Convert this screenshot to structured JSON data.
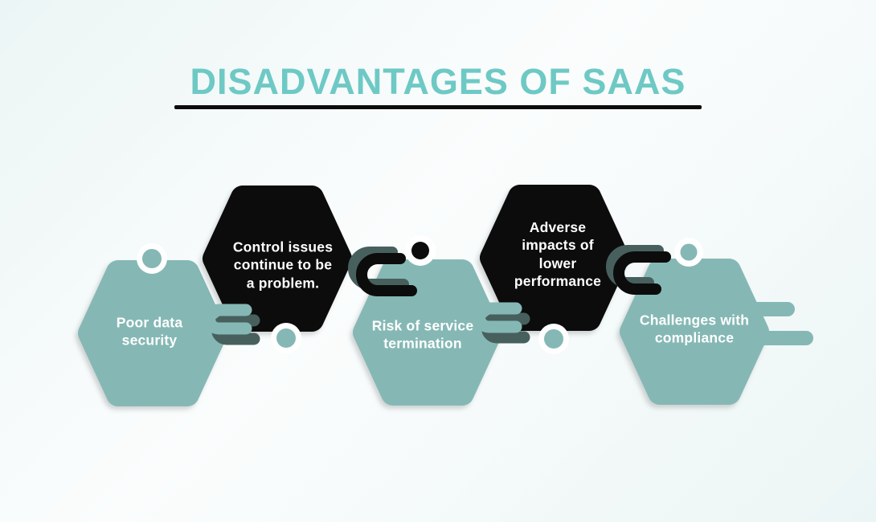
{
  "title": {
    "text": "DISADVANTAGES OF SAAS"
  },
  "colors": {
    "teal": "#85b8b5",
    "shape_black": "#0c0c0c",
    "slate": "#47605e",
    "title_teal": "#6ec9c5",
    "underline_black": "#0c0c0c",
    "label_text": "#ffffff",
    "node_ring": "#ffffff",
    "bg_light": "#ecf5f5",
    "bg_lighter": "#fbfdfd"
  },
  "hexagons": [
    {
      "order": 1,
      "color_key": "teal",
      "label": "Poor data\nsecurity"
    },
    {
      "order": 2,
      "color_key": "black",
      "label": "Control issues\ncontinue to be\na problem."
    },
    {
      "order": 3,
      "color_key": "teal",
      "label": "Risk of service\ntermination"
    },
    {
      "order": 4,
      "color_key": "black",
      "label": "Adverse\nimpacts of\nlower\nperformance"
    },
    {
      "order": 5,
      "color_key": "teal",
      "label": "Challenges with\ncompliance"
    }
  ]
}
